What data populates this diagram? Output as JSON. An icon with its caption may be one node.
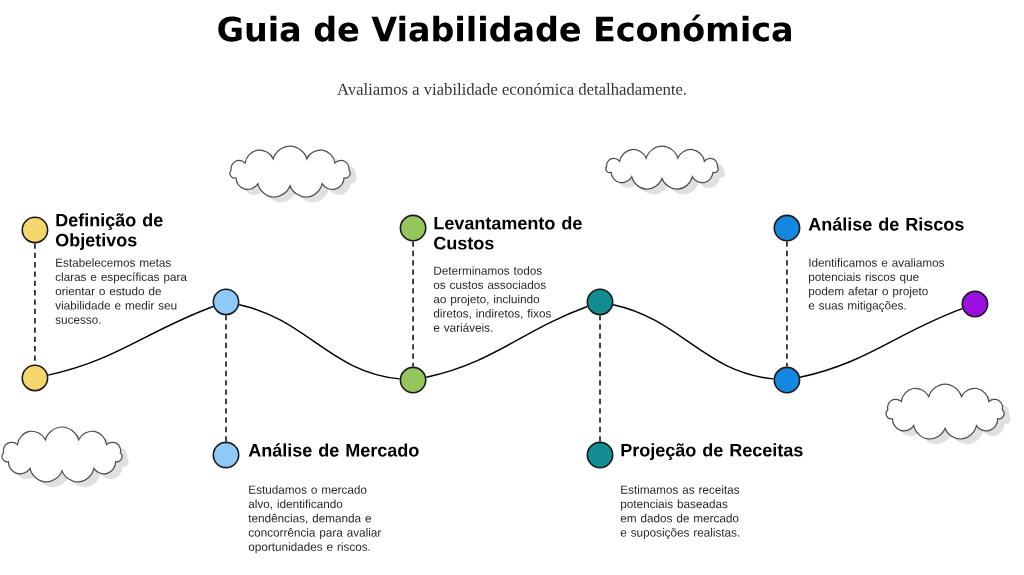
{
  "diagram": {
    "title": "Guia de Viabilidade Económica",
    "caption": "Avaliamos a viabilidade económica detalhadamente.",
    "nodes": [
      {
        "text": [],
        "shape": "circle"
      },
      {
        "text": [],
        "shape": "circle"
      },
      {
        "text": [],
        "shape": "circle"
      },
      {
        "text": [],
        "shape": "circle"
      },
      {
        "text": [],
        "shape": "circle"
      },
      {
        "text": [],
        "shape": "circle"
      },
      {
        "text": [],
        "shape": "circle",
        "beside": [
          "Definição de Objetivos",
          "Estabelecemos metas claras e específicas para orientar o estudo de viabilidade e medir seu sucesso."
        ]
      },
      {
        "text": [],
        "shape": "circle",
        "beside": [
          "Análise de Mercado",
          "Estudamos o mercado alvo, identificando tendências, demanda e concorrência para avaliar oportunidades e riscos."
        ]
      },
      {
        "text": [],
        "shape": "circle",
        "beside": [
          "Levantamento de Custos",
          "Determinamos todos os custos associados ao projeto, incluindo diretos, indiretos, fixos e variáveis."
        ]
      },
      {
        "text": [],
        "shape": "circle",
        "beside": [
          "Projeção de Receitas",
          "Estimamos as receitas potenciais baseadas em dados de mercado e suposições realistas."
        ]
      },
      {
        "text": [],
        "shape": "circle",
        "beside": [
          "Análise de Riscos",
          "Identificamos e avaliamos potenciais riscos que podem afetar o projeto e suas mitigações."
        ]
      }
    ],
    "edges": [
      {
        "from": 0,
        "to": 1,
        "arrow": "none"
      },
      {
        "from": 1,
        "to": 2,
        "arrow": "none"
      },
      {
        "from": 2,
        "to": 3,
        "arrow": "none"
      },
      {
        "from": 3,
        "to": 4,
        "arrow": "none"
      },
      {
        "from": 4,
        "to": 5,
        "arrow": "none"
      },
      {
        "from": 6,
        "to": 0,
        "arrow": "none",
        "style": "dashed"
      },
      {
        "from": 7,
        "to": 1,
        "arrow": "none",
        "style": "dashed"
      },
      {
        "from": 8,
        "to": 2,
        "arrow": "none",
        "style": "dashed"
      },
      {
        "from": 9,
        "to": 3,
        "arrow": "none",
        "style": "dashed"
      },
      {
        "from": 10,
        "to": 4,
        "arrow": "none",
        "style": "dashed"
      }
    ]
  }
}
